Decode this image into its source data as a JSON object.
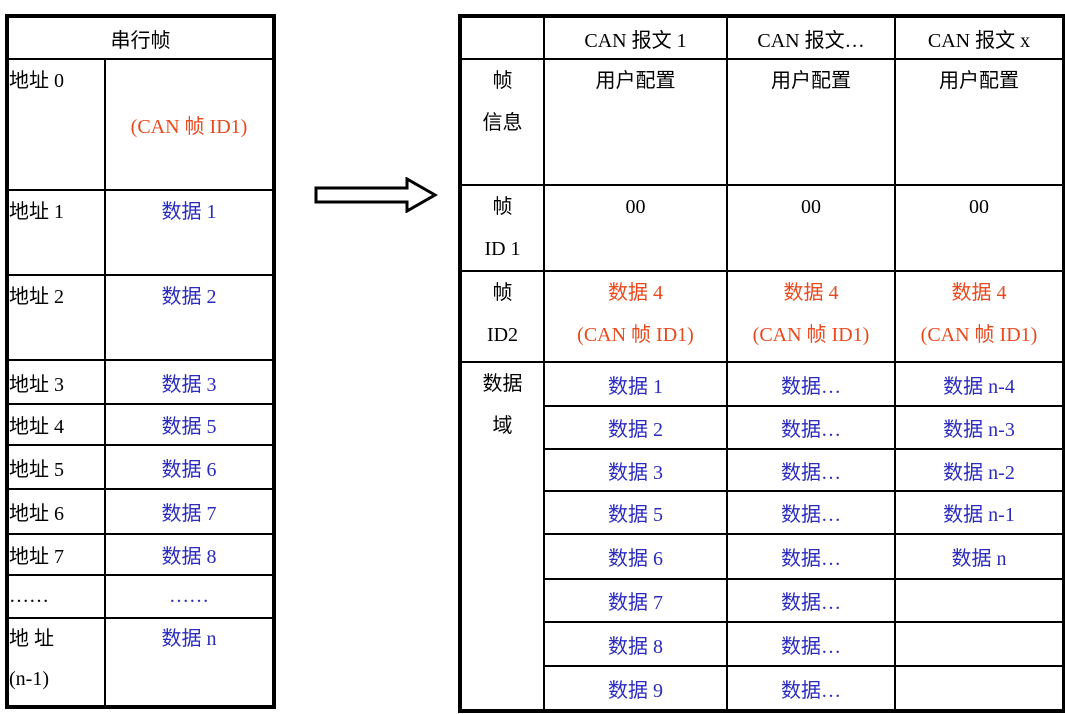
{
  "colors": {
    "blue": "#2B2BC0",
    "orange": "#E8491D",
    "border": "#000000",
    "background": "#FFFFFF"
  },
  "left_table": {
    "title": "串行帧",
    "rows": [
      {
        "label": "地址 0",
        "value": "(CAN 帧 ID1)"
      },
      {
        "label": "地址 1",
        "value": "数据 1"
      },
      {
        "label": "地址 2",
        "value": "数据 2"
      },
      {
        "label": "地址 3",
        "value": "数据 3"
      },
      {
        "label": "地址 4",
        "value": "数据 5"
      },
      {
        "label": "地址 5",
        "value": "数据 6"
      },
      {
        "label": "地址 6",
        "value": "数据 7"
      },
      {
        "label": "地址 7",
        "value": "数据 8"
      },
      {
        "label": "……",
        "value": "……"
      },
      {
        "label": "地 址",
        "label_line2": "(n-1)",
        "value": "数据 n"
      }
    ]
  },
  "arrow": {
    "name": "right-block-arrow"
  },
  "right_table": {
    "headers": {
      "col0": "",
      "col1": "CAN 报文 1",
      "col2": "CAN 报文…",
      "col3": "CAN 报文 x"
    },
    "frame_info": {
      "label_line1": "帧",
      "label_line2": "信息",
      "col1": "用户配置",
      "col2": "用户配置",
      "col3": "用户配置"
    },
    "frame_id1": {
      "label_line1": "帧",
      "label_line2": "ID 1",
      "col1": "00",
      "col2": "00",
      "col3": "00"
    },
    "frame_id2": {
      "label_line1": "帧",
      "label_line2": "ID2",
      "value_line1": "数据 4",
      "value_line2": "(CAN 帧 ID1)"
    },
    "data_field": {
      "label_line1": "数据",
      "label_line2": "域",
      "rows": [
        {
          "col1": "数据 1",
          "col2": "数据…",
          "col3": "数据 n-4"
        },
        {
          "col1": "数据 2",
          "col2": "数据…",
          "col3": "数据 n-3"
        },
        {
          "col1": "数据 3",
          "col2": "数据…",
          "col3": "数据 n-2"
        },
        {
          "col1": "数据 5",
          "col2": "数据…",
          "col3": "数据 n-1"
        },
        {
          "col1": "数据 6",
          "col2": "数据…",
          "col3": "数据 n"
        },
        {
          "col1": "数据 7",
          "col2": "数据…",
          "col3": ""
        },
        {
          "col1": "数据 8",
          "col2": "数据…",
          "col3": ""
        },
        {
          "col1": "数据 9",
          "col2": "数据…",
          "col3": ""
        }
      ]
    }
  }
}
